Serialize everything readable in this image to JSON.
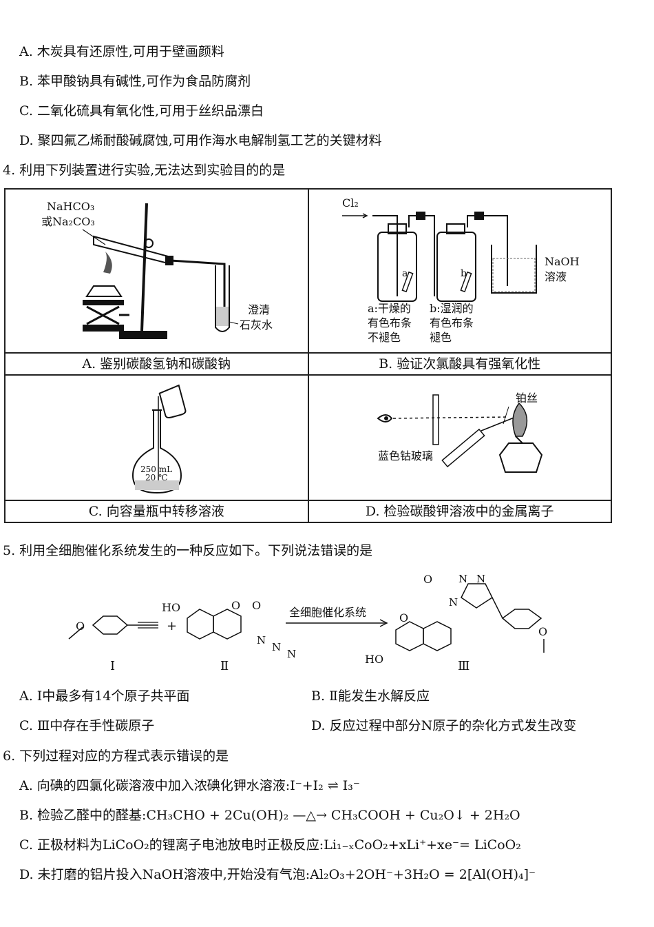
{
  "q3_options": [
    "A. 木炭具有还原性,可用于壁画颜料",
    "B. 苯甲酸钠具有碱性,可作为食品防腐剂",
    "C. 二氧化硫具有氧化性,可用于丝织品漂白",
    "D. 聚四氟乙烯耐酸碱腐蚀,可用作海水电解制氢工艺的关键材料"
  ],
  "q4": {
    "stem": "4. 利用下列装置进行实验,无法达到实验目的的是",
    "captions": [
      "A. 鉴别碳酸氢钠和碳酸钠",
      "B. 验证次氯酸具有强氧化性",
      "C. 向容量瓶中转移溶液",
      "D. 检验碳酸钾溶液中的金属离子"
    ],
    "figA": {
      "reagent1": "NaHCO₃",
      "reagent2": "或Na₂CO₃",
      "lime1": "澄清",
      "lime2": "石灰水"
    },
    "figB": {
      "gas": "Cl₂",
      "a": "a",
      "b": "b",
      "naoh1": "NaOH",
      "naoh2": "溶液",
      "noteA": [
        "a:干燥的",
        "有色布条",
        "不褪色"
      ],
      "noteB": [
        "b:湿润的",
        "有色布条",
        "褪色"
      ]
    },
    "figC": {
      "vol": "250 mL",
      "temp": "20 ℃"
    },
    "figD": {
      "wire": "铂丝",
      "glass": "蓝色钴玻璃"
    }
  },
  "q5": {
    "stem": "5. 利用全细胞催化系统发生的一种反应如下。下列说法错误的是",
    "scheme": {
      "arrow": "全细胞催化系统",
      "labels": [
        "Ⅰ",
        "Ⅱ",
        "Ⅲ"
      ],
      "plus": "+",
      "ho": "HO",
      "o": "O",
      "n": "N"
    },
    "options": [
      "A. Ⅰ中最多有14个原子共平面",
      "B. Ⅱ能发生水解反应",
      "C. Ⅲ中存在手性碳原子",
      "D. 反应过程中部分N原子的杂化方式发生改变"
    ]
  },
  "q6": {
    "stem": "6. 下列过程对应的方程式表示错误的是",
    "options": [
      "A. 向碘的四氯化碳溶液中加入浓碘化钾水溶液:I⁻+I₂ ⇌ I₃⁻",
      "B. 检验乙醛中的醛基:CH₃CHO + 2Cu(OH)₂ —△→ CH₃COOH + Cu₂O↓ + 2H₂O",
      "C. 正极材料为LiCoO₂的锂离子电池放电时正极反应:Li₁₋ₓCoO₂+xLi⁺+xe⁻= LiCoO₂",
      "D. 未打磨的铝片投入NaOH溶液中,开始没有气泡:Al₂O₃+2OH⁻+3H₂O = 2[Al(OH)₄]⁻"
    ]
  }
}
